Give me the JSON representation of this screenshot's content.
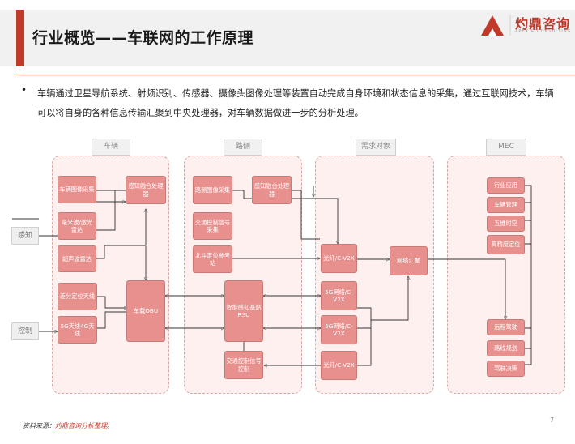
{
  "header": {
    "title": "行业概览——车联网的工作原理",
    "logo_name": "灼鼎咨询",
    "logo_sub": "APEX & CONSULTING",
    "brand_color": "#c0392b"
  },
  "bullet": {
    "marker": "•",
    "text": "车辆通过卫星导航系统、射频识别、传感器、摄像头图像处理等装置自动完成自身环境和状态信息的采集，通过互联网技术，车辆可以将自身的各种信息传输汇聚到中央处理器，对车辆数据做进一步的分析处理。"
  },
  "diagram": {
    "panels": [
      "车辆",
      "路侧",
      "需求对象",
      "MEC"
    ],
    "side_labels": [
      "感知",
      "控制"
    ],
    "node_color": "#e8908e",
    "panel_color": "#fdf0ef",
    "nodes": {
      "vehicle_camera": "车辆图像采集",
      "mmwave_lidar": "毫米波/激光雷达",
      "ultrasonic_radar": "超声波雷达",
      "vehicle_fusion": "感知融合处理器",
      "diff_gps": "差分定位天线",
      "g5_4g": "5G天线4G天线",
      "vehicle_obu": "车载OBU",
      "road_camera": "路测图像采集",
      "road_fusion": "感知融合处理器",
      "traffic_signal_collect": "交通控制信号采集",
      "beidou": "北斗定位参考站",
      "rsu": "智能感知基站RSU",
      "traffic_signal_ctrl": "交通控制信号控制",
      "fiber_cv2x_top": "光纤/C-V2X",
      "g5_cv2x_1": "5G网络/C-V2X",
      "g5_cv2x_2": "5G网络/C-V2X",
      "fiber_cv2x_bottom": "光纤/C-V2X",
      "network_hub": "网络汇聚",
      "industry_app": "行业应用",
      "vehicle_mgmt": "车辆管理",
      "time_space_5d": "五维时空",
      "hd_positioning": "高精度定位",
      "remote_driving": "远程驾驶",
      "route_planning": "路线规划",
      "driving_decision": "驾驶决策"
    }
  },
  "footer": {
    "page_number": "7",
    "source_prefix": "资料来源：",
    "source_link": "灼鼎咨询分析整理",
    "source_suffix": "。"
  }
}
